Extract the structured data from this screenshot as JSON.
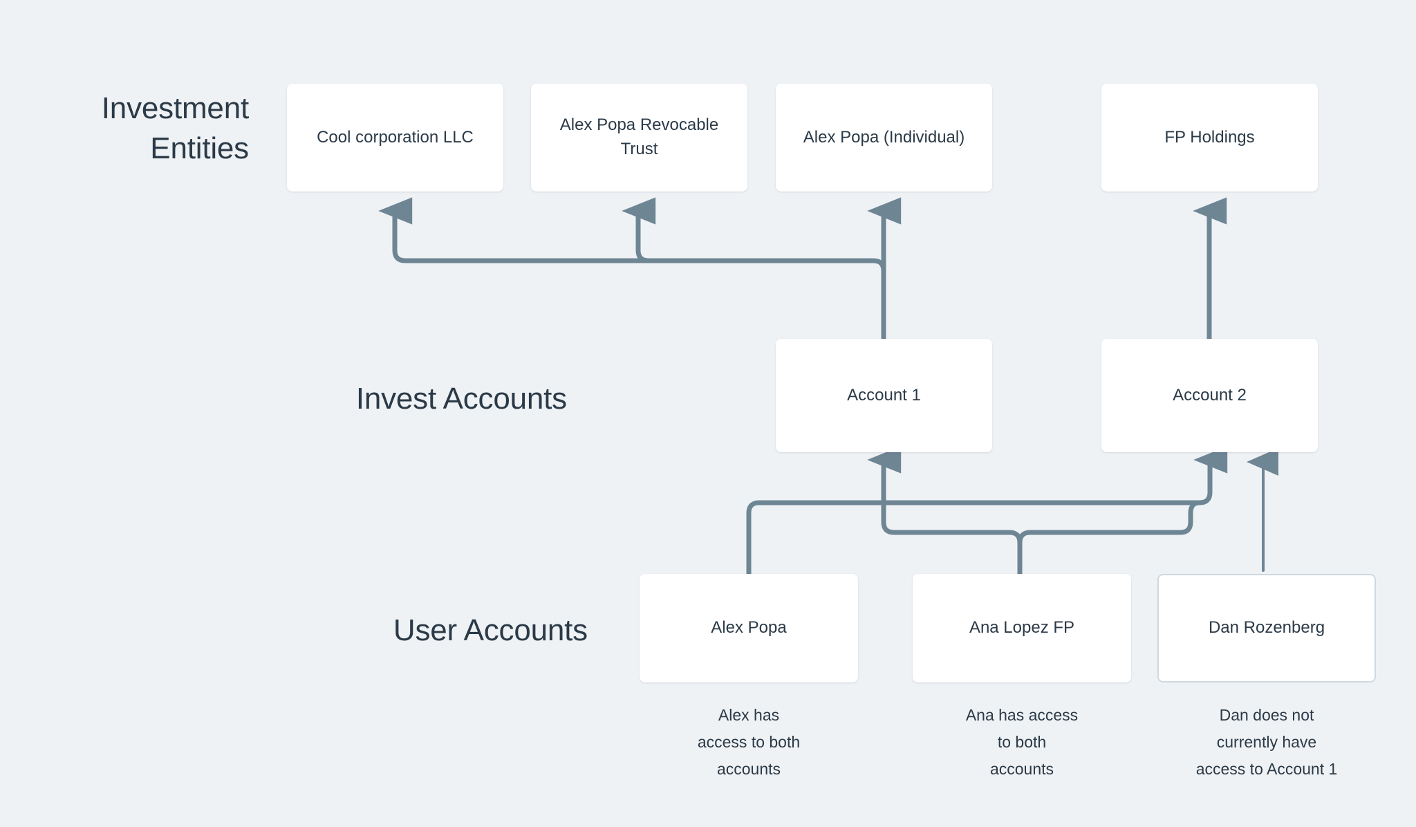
{
  "theme": {
    "background": "#eff2f5",
    "node_fill": "#ffffff",
    "text_color": "#2b3a47",
    "connector_color": "#6e8594",
    "outline_color": "#cfd8e0"
  },
  "rows": [
    {
      "id": "investment-entities",
      "label": "Investment\nEntities"
    },
    {
      "id": "invest-accounts",
      "label": "Invest Accounts"
    },
    {
      "id": "user-accounts",
      "label": "User Accounts"
    }
  ],
  "investment_entities": [
    {
      "id": "cool-corporation-llc",
      "label": "Cool corporation LLC"
    },
    {
      "id": "alex-popa-revocable-trust",
      "label": "Alex Popa Revocable Trust"
    },
    {
      "id": "alex-popa-individual",
      "label": "Alex Popa (Individual)"
    },
    {
      "id": "fp-holdings",
      "label": "FP Holdings"
    }
  ],
  "invest_accounts": [
    {
      "id": "account-1",
      "label": "Account 1"
    },
    {
      "id": "account-2",
      "label": "Account 2"
    }
  ],
  "user_accounts": [
    {
      "id": "alex-popa",
      "label": "Alex Popa",
      "outlined": false,
      "caption": "Alex has\naccess to both\naccounts"
    },
    {
      "id": "ana-lopez-fp",
      "label": "Ana Lopez FP",
      "outlined": false,
      "caption": "Ana has access\nto both\naccounts"
    },
    {
      "id": "dan-rozenberg",
      "label": "Dan Rozenberg",
      "outlined": true,
      "caption": "Dan does not\ncurrently have\naccess to Account 1"
    }
  ],
  "connections": [
    {
      "from": "account-1",
      "to": "cool-corporation-llc"
    },
    {
      "from": "account-1",
      "to": "alex-popa-revocable-trust"
    },
    {
      "from": "account-1",
      "to": "alex-popa-individual"
    },
    {
      "from": "account-2",
      "to": "fp-holdings"
    },
    {
      "from": "alex-popa",
      "to": "account-2"
    },
    {
      "from": "ana-lopez-fp",
      "to": "account-1"
    },
    {
      "from": "ana-lopez-fp",
      "to": "account-2"
    },
    {
      "from": "dan-rozenberg",
      "to": "account-2"
    }
  ]
}
